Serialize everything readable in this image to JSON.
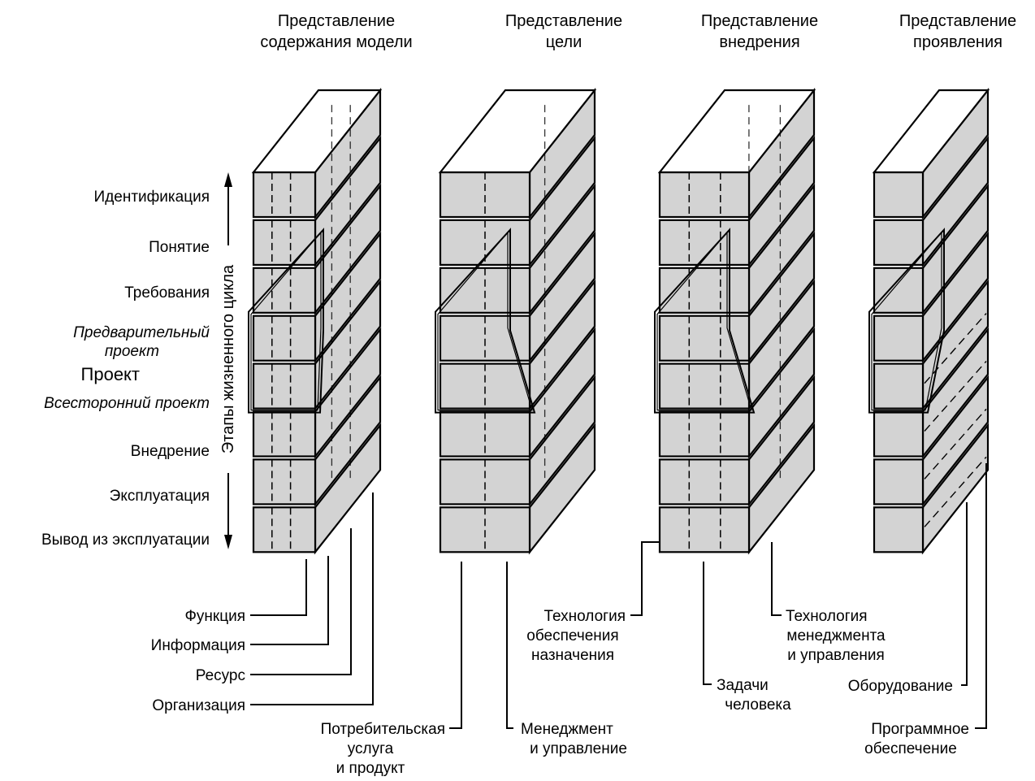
{
  "views": [
    {
      "title_line1": "Представление",
      "title_line2": "содержания модели"
    },
    {
      "title_line1": "Представление",
      "title_line2": "цели"
    },
    {
      "title_line1": "Представление",
      "title_line2": "внедрения"
    },
    {
      "title_line1": "Представление",
      "title_line2": "проявления"
    }
  ],
  "axis_label": "Этапы жизненного цикла",
  "stages": [
    {
      "label": "Идентификация"
    },
    {
      "label": "Понятие"
    },
    {
      "label": "Требования"
    },
    {
      "label": "Предварительный",
      "label2": "проект"
    },
    {
      "label": "Проект"
    },
    {
      "label": "Всесторонний проект"
    },
    {
      "label": "Внедрение"
    },
    {
      "label": "Эксплуатация"
    },
    {
      "label": "Вывод из эксплуатации"
    }
  ],
  "model_content_callouts": [
    "Функция",
    "Информация",
    "Ресурс",
    "Организация"
  ],
  "purpose_callouts": {
    "left": [
      "Потребительская",
      "услуга",
      "и продукт"
    ],
    "right": [
      "Менеджмент",
      "и управление"
    ]
  },
  "implementation_callouts": {
    "left": [
      "Технология",
      "обеспечения",
      "назначения"
    ],
    "bottom": [
      "Задачи",
      "человека"
    ],
    "right": [
      "Технология",
      "менеджмента",
      "и управления"
    ]
  },
  "manifestation_callouts": {
    "hardware": "Оборудование",
    "software": [
      "Программное",
      "обеспечение"
    ]
  },
  "colors": {
    "block_face": "#d3d3d3",
    "block_top": "#ffffff",
    "stroke": "#000000"
  }
}
